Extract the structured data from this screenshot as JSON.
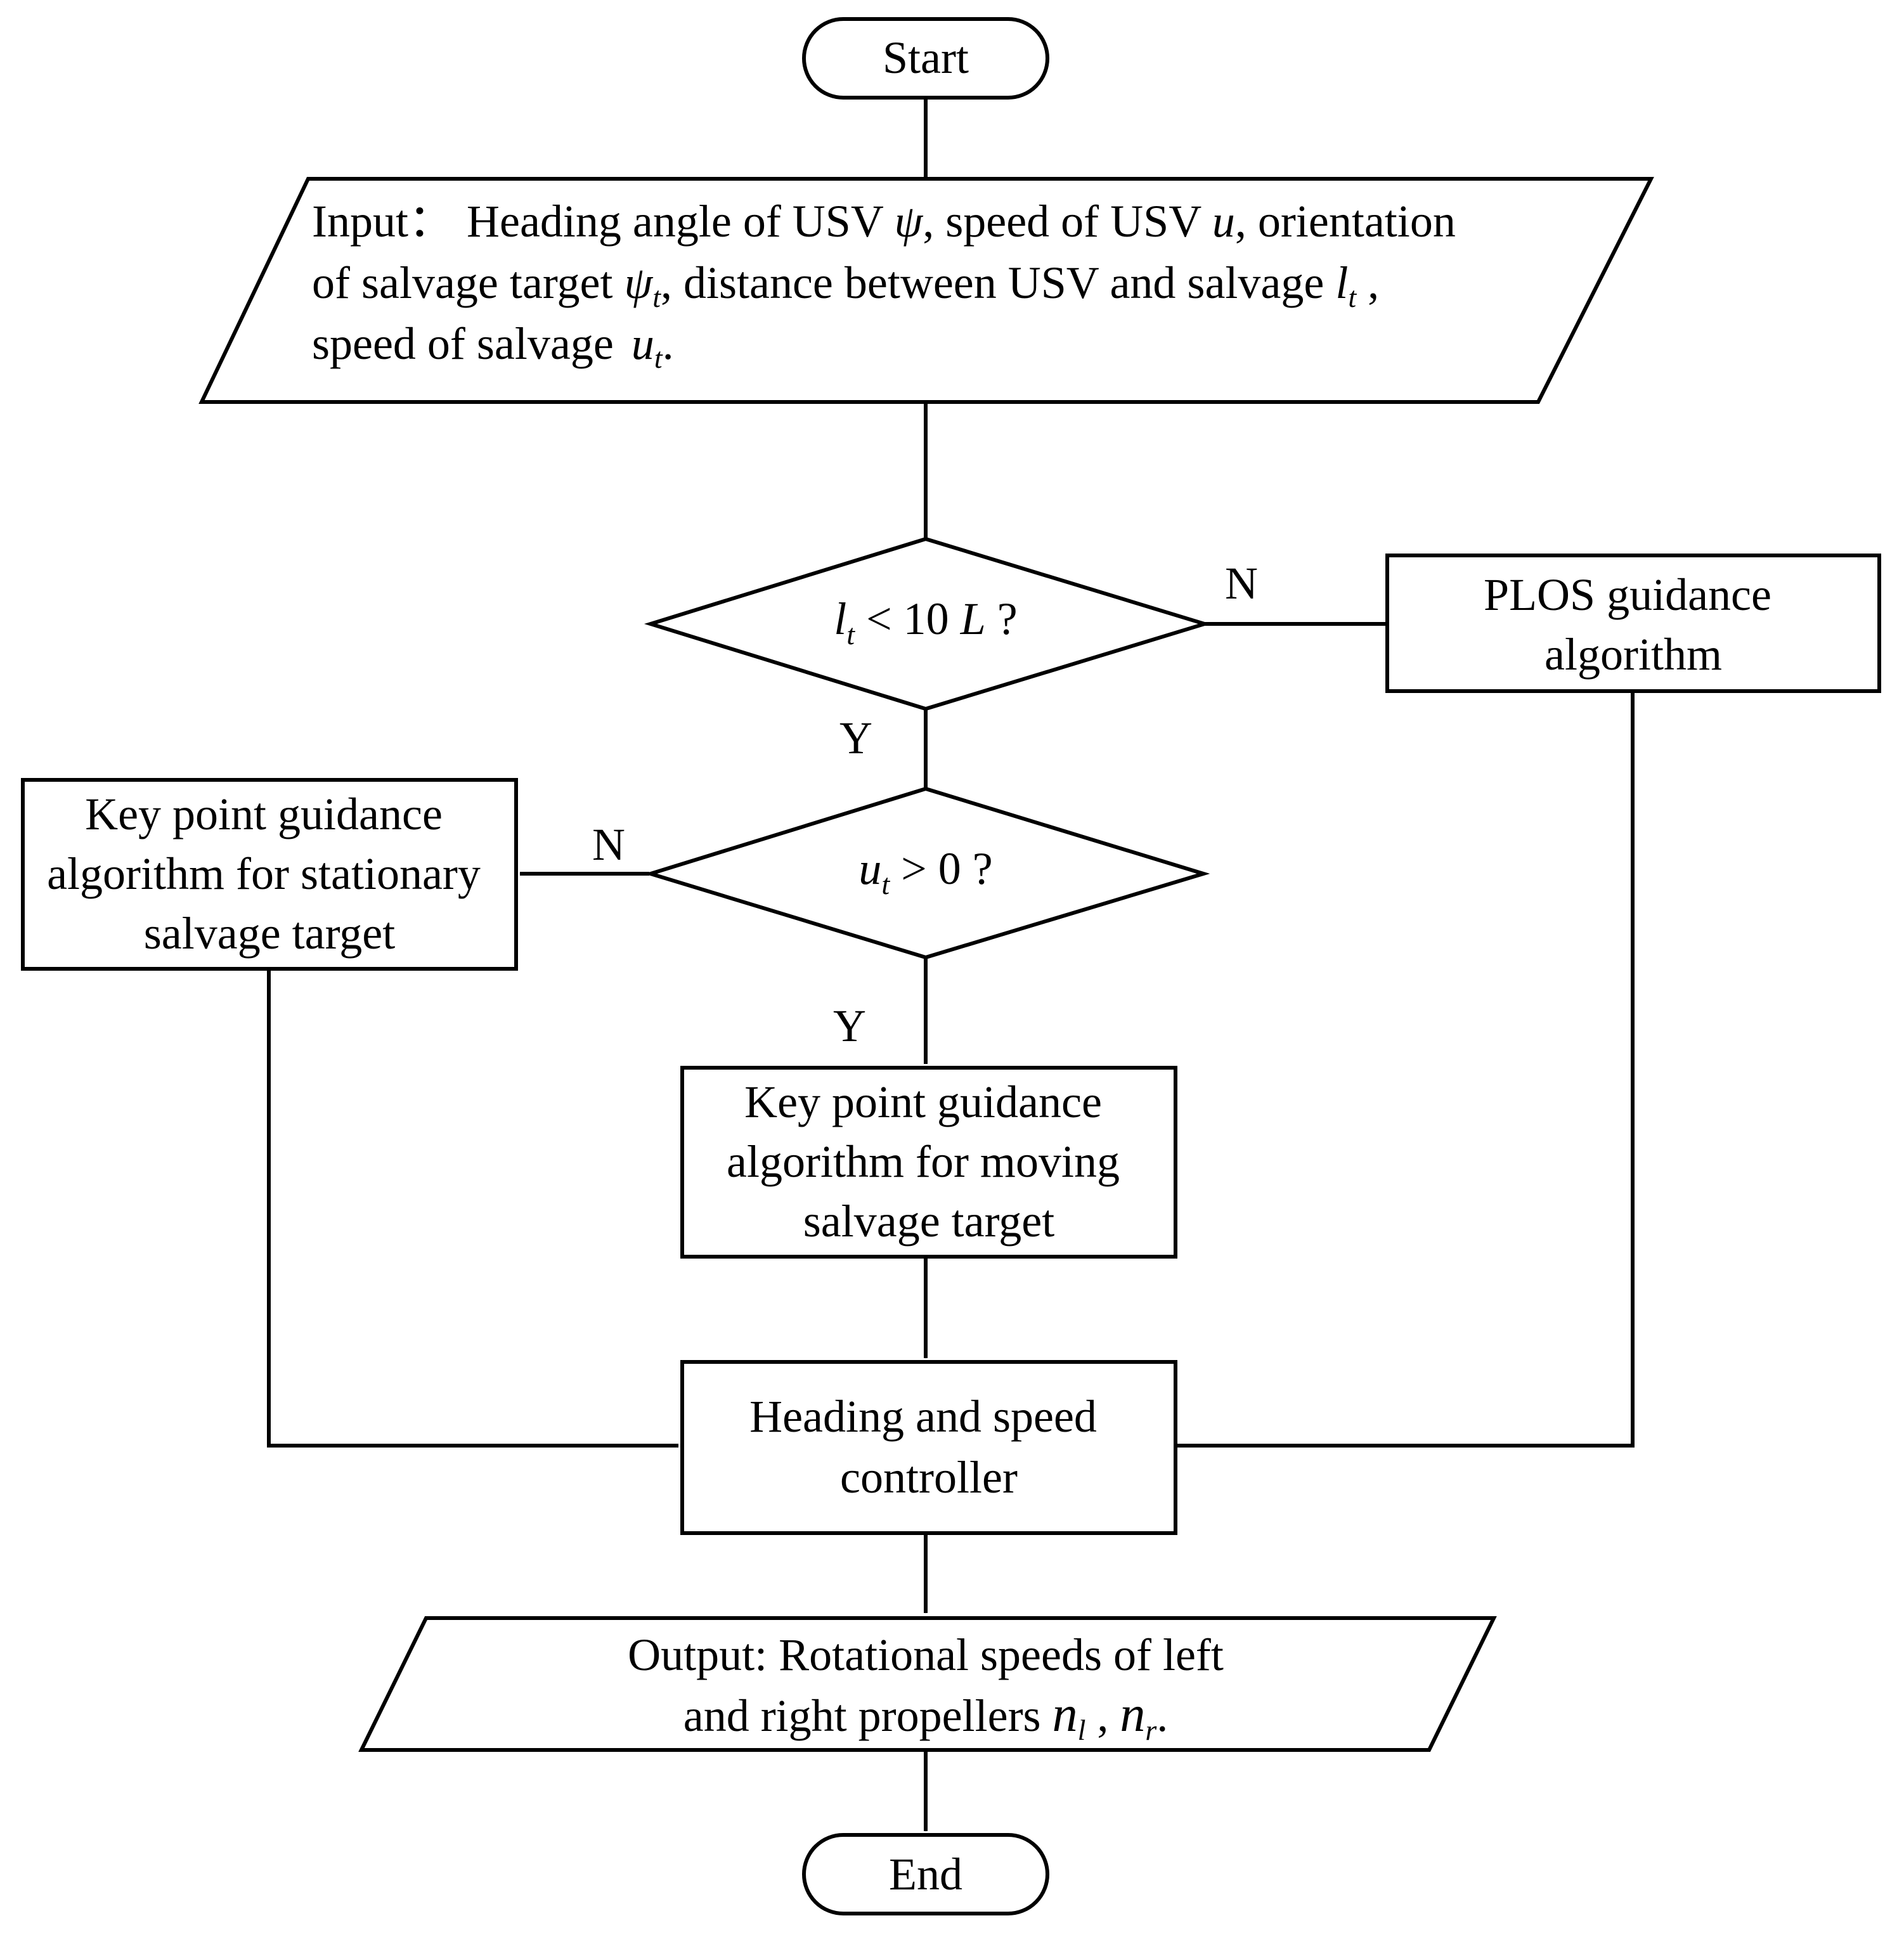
{
  "flowchart": {
    "start": "Start",
    "end": "End",
    "input": {
      "label": "Input：",
      "t1": "Heading angle of USV ",
      "psi": "ψ",
      "t2": ", speed of USV ",
      "u": "u",
      "t3": ", orientation",
      "t4": "of salvage target ",
      "psi_t": "ψ",
      "t_sub": "t",
      "t5": ", distance between USV and salvage ",
      "l": "l",
      "l_sub": "t",
      "t6": " ,",
      "t7": "speed of salvage ",
      "u_t": "u",
      "u_sub": "t",
      "t8": "."
    },
    "decision1": {
      "var": "l",
      "sub": "t",
      "op": " <  10 ",
      "L": "L",
      "q": " ?",
      "no": "N",
      "yes": "Y"
    },
    "decision2": {
      "var": "u",
      "sub": "t",
      "op": " >  0 ?",
      "no": "N",
      "yes": "Y"
    },
    "plos": [
      "PLOS guidance",
      "algorithm"
    ],
    "stationary": [
      "Key point guidance",
      "algorithm for stationary",
      "salvage target"
    ],
    "moving": [
      "Key point guidance",
      "algorithm for moving",
      "salvage target"
    ],
    "controller": [
      "Heading and speed",
      "controller"
    ],
    "output": {
      "line1": "Output: Rotational speeds of  left",
      "line2": "and right propellers ",
      "n": "n",
      "nl_sub": "l",
      "comma": " , ",
      "n2": "n",
      "nr_sub": "r",
      "period": "."
    }
  }
}
